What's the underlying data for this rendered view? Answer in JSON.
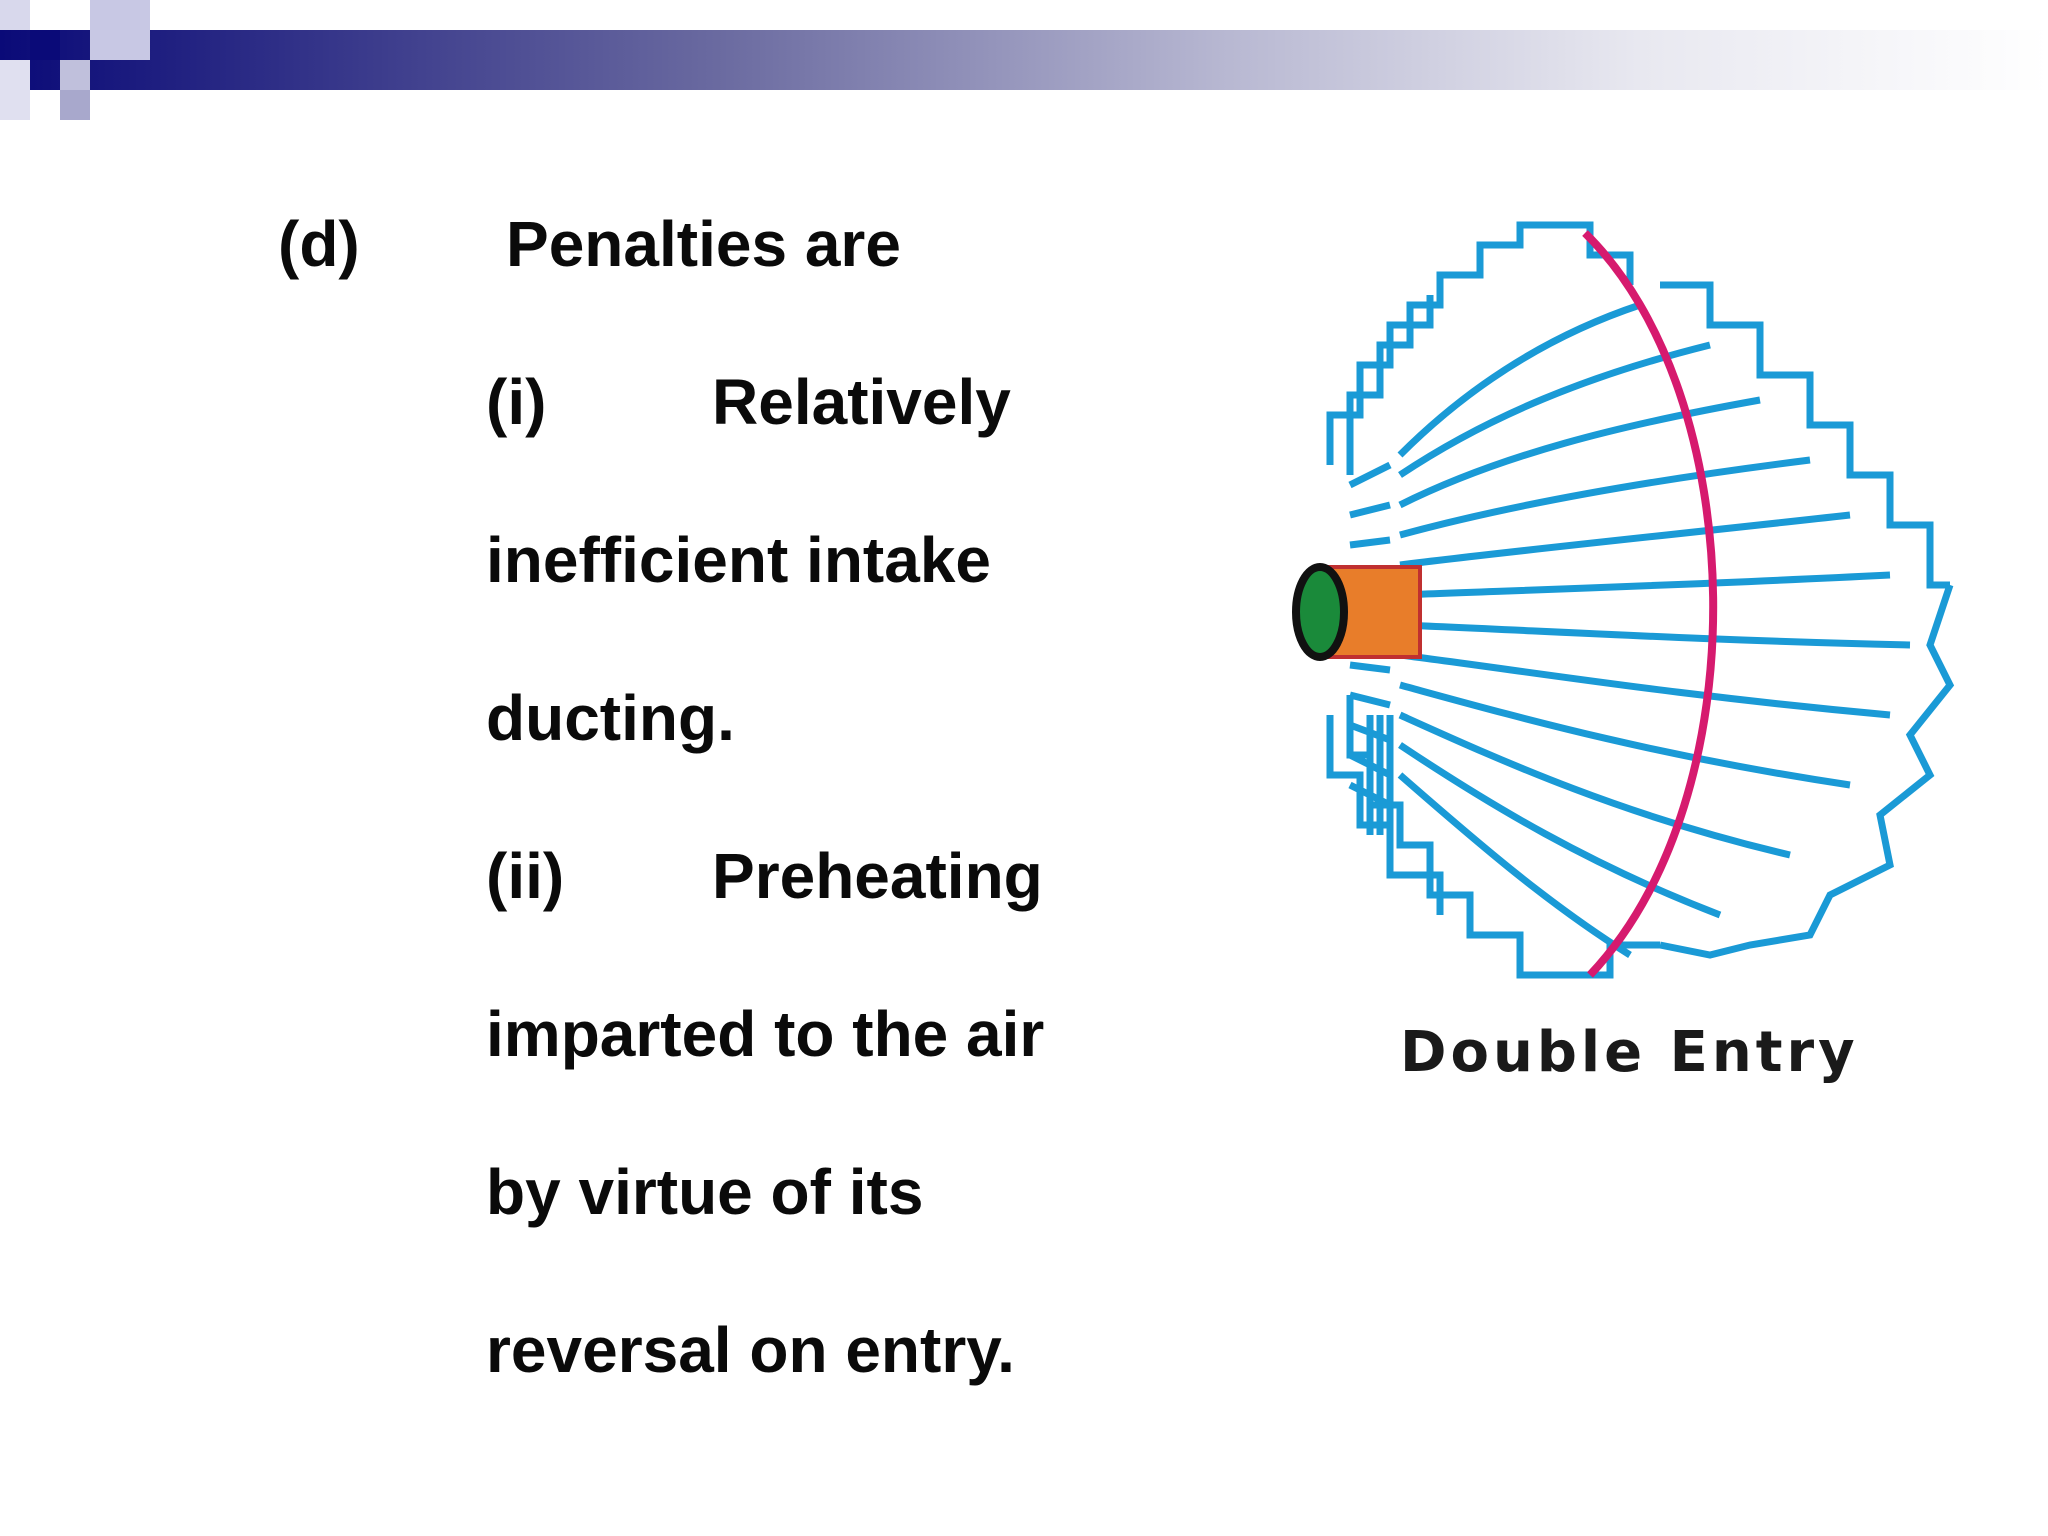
{
  "slide": {
    "heading": {
      "marker": "(d)",
      "text": "Penalties are"
    },
    "items": [
      {
        "marker": "(i)",
        "text": "Relatively"
      },
      {
        "text": "inefficient intake"
      },
      {
        "text": "ducting."
      },
      {
        "marker": "(ii)",
        "text": "Preheating"
      },
      {
        "text": "imparted to the air"
      },
      {
        "text": "by virtue of its"
      },
      {
        "text": "reversal on entry."
      }
    ],
    "figure": {
      "caption": "Double Entry",
      "impeller_color": "#1a9ad6",
      "arc_color": "#d61a6e",
      "hub_color": "#e87d2a",
      "eye_color": "#1a8a3a"
    },
    "theme": {
      "header_color": "#0a0a78",
      "square_dark": "#0a0a78",
      "square_light": "#a0a0d0"
    }
  }
}
